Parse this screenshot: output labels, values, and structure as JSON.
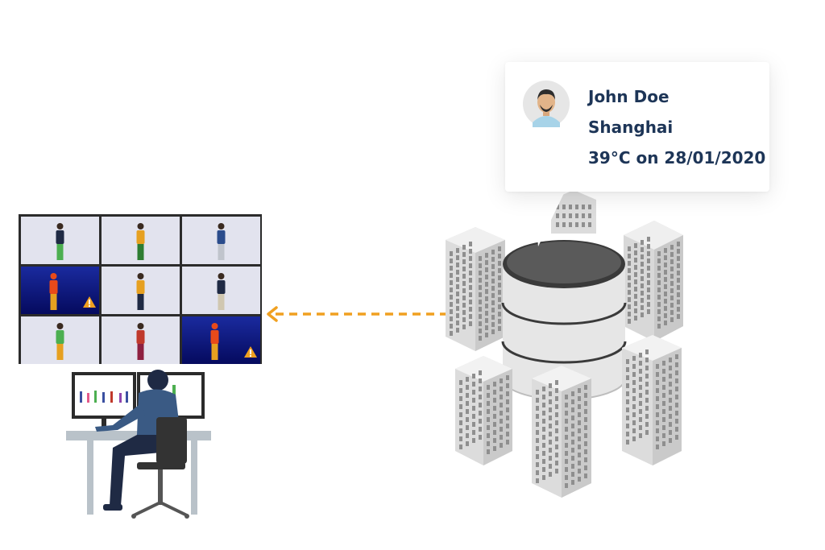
{
  "profile_card": {
    "name": "John Doe",
    "city": "Shanghai",
    "reading": "39°C on 28/01/2020"
  },
  "colors": {
    "card_text": "#1d3557",
    "alert_tile_bg": "#0a0f7a",
    "normal_tile_bg": "#e2e3ee",
    "dashed_arrow": "#f0a020",
    "database_top": "#5a5a5a",
    "building_gray": "#e4e4e4"
  },
  "monitor_wall": {
    "tiles": [
      {
        "state": "normal"
      },
      {
        "state": "normal"
      },
      {
        "state": "normal"
      },
      {
        "state": "alert"
      },
      {
        "state": "normal"
      },
      {
        "state": "normal"
      },
      {
        "state": "normal"
      },
      {
        "state": "normal"
      },
      {
        "state": "alert"
      }
    ]
  },
  "icons": {
    "warning": "warning-icon",
    "avatar": "user-avatar-icon"
  }
}
